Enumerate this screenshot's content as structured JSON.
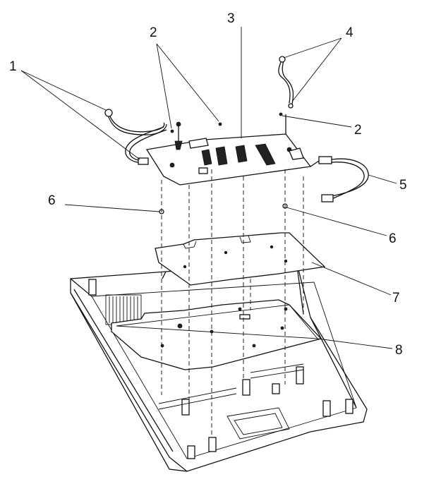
{
  "callouts": [
    {
      "id": "1",
      "label": "1"
    },
    {
      "id": "2a",
      "label": "2"
    },
    {
      "id": "2b",
      "label": "2"
    },
    {
      "id": "3",
      "label": "3"
    },
    {
      "id": "4",
      "label": "4"
    },
    {
      "id": "5",
      "label": "5"
    },
    {
      "id": "6a",
      "label": "6"
    },
    {
      "id": "6b",
      "label": "6"
    },
    {
      "id": "7",
      "label": "7"
    },
    {
      "id": "8",
      "label": "8"
    }
  ]
}
